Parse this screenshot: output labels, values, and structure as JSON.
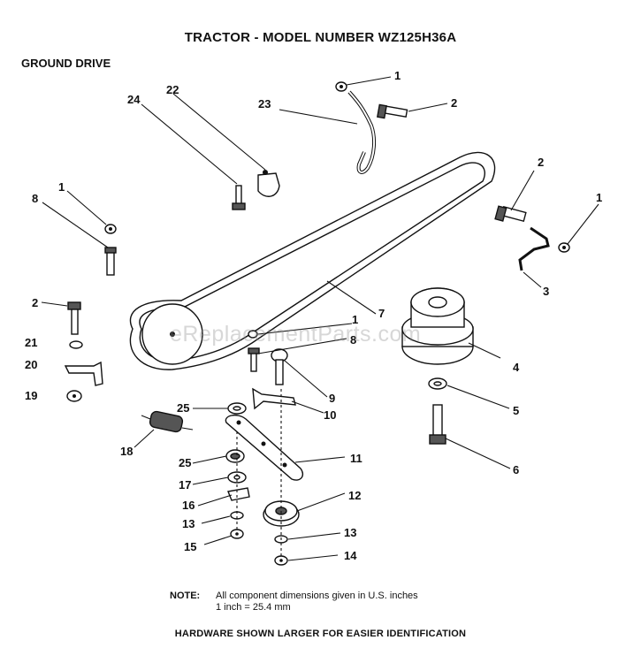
{
  "header": {
    "title": "TRACTOR  - MODEL NUMBER WZ125H36A",
    "subtitle": "GROUND DRIVE"
  },
  "watermark": "eReplacementParts.com",
  "callouts": [
    "1",
    "2",
    "1",
    "2",
    "3",
    "4",
    "5",
    "6",
    "7",
    "8",
    "9",
    "10",
    "11",
    "12",
    "13",
    "14",
    "15",
    "13",
    "16",
    "17",
    "25",
    "18",
    "25",
    "19",
    "20",
    "21",
    "2",
    "8",
    "1",
    "24",
    "22",
    "23",
    "1"
  ],
  "note": {
    "label": "NOTE:",
    "line1": "All component dimensions given in U.S. inches",
    "line2": "1 inch = 25.4 mm"
  },
  "footer": "HARDWARE SHOWN LARGER FOR EASIER IDENTIFICATION"
}
